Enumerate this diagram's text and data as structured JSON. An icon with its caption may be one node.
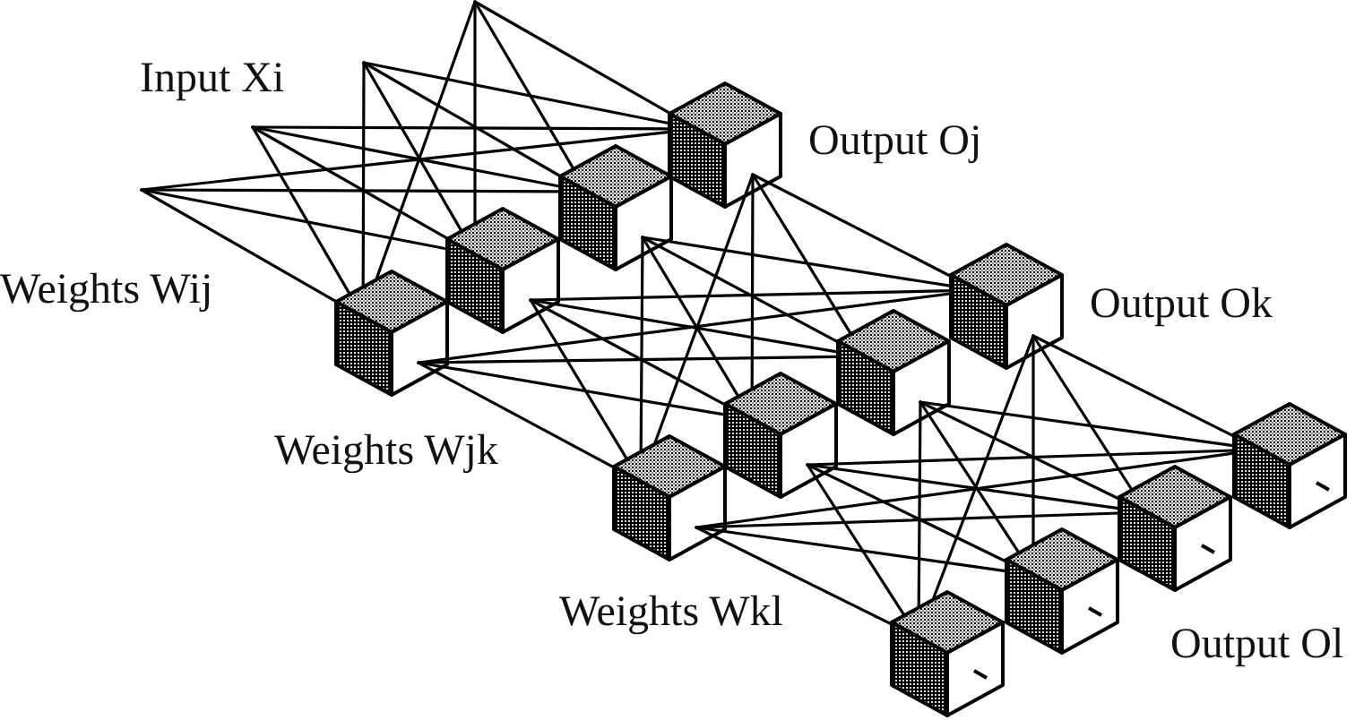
{
  "diagram": {
    "nodes": [
      {
        "text": [],
        "shape": "cube"
      },
      {
        "text": [],
        "shape": "cube"
      },
      {
        "text": [],
        "shape": "cube"
      },
      {
        "text": [],
        "shape": "cube"
      },
      {
        "text": [],
        "shape": "cube"
      },
      {
        "text": [],
        "shape": "cube"
      },
      {
        "text": [],
        "shape": "cube"
      },
      {
        "text": [],
        "shape": "cube"
      },
      {
        "text": [],
        "shape": "cube"
      },
      {
        "text": [],
        "shape": "cube"
      },
      {
        "text": [],
        "shape": "cube"
      },
      {
        "text": [],
        "shape": "cube"
      }
    ],
    "edges": [
      {
        "from": null,
        "to": 0,
        "arrow": "none"
      },
      {
        "from": null,
        "to": 1,
        "arrow": "none"
      },
      {
        "from": null,
        "to": 2,
        "arrow": "none"
      },
      {
        "from": null,
        "to": 3,
        "arrow": "none"
      },
      {
        "from": null,
        "to": 0,
        "arrow": "none"
      },
      {
        "from": null,
        "to": 1,
        "arrow": "none"
      },
      {
        "from": null,
        "to": 2,
        "arrow": "none"
      },
      {
        "from": null,
        "to": 3,
        "arrow": "none"
      },
      {
        "from": null,
        "to": 0,
        "arrow": "none"
      },
      {
        "from": null,
        "to": 1,
        "arrow": "none"
      },
      {
        "from": null,
        "to": 2,
        "arrow": "none"
      },
      {
        "from": null,
        "to": 3,
        "arrow": "none"
      },
      {
        "from": null,
        "to": 0,
        "arrow": "none"
      },
      {
        "from": null,
        "to": 1,
        "arrow": "none"
      },
      {
        "from": null,
        "to": 2,
        "arrow": "none"
      },
      {
        "from": null,
        "to": 3,
        "arrow": "none"
      },
      {
        "from": 0,
        "to": 4,
        "arrow": "none"
      },
      {
        "from": 0,
        "to": 5,
        "arrow": "none"
      },
      {
        "from": 0,
        "to": 6,
        "arrow": "none"
      },
      {
        "from": 0,
        "to": 7,
        "arrow": "none"
      },
      {
        "from": 1,
        "to": 4,
        "arrow": "none"
      },
      {
        "from": 1,
        "to": 5,
        "arrow": "none"
      },
      {
        "from": 1,
        "to": 6,
        "arrow": "none"
      },
      {
        "from": 1,
        "to": 7,
        "arrow": "none"
      },
      {
        "from": 2,
        "to": 4,
        "arrow": "none"
      },
      {
        "from": 2,
        "to": 5,
        "arrow": "none"
      },
      {
        "from": 2,
        "to": 6,
        "arrow": "none"
      },
      {
        "from": 2,
        "to": 7,
        "arrow": "none"
      },
      {
        "from": 3,
        "to": 4,
        "arrow": "none"
      },
      {
        "from": 3,
        "to": 5,
        "arrow": "none"
      },
      {
        "from": 3,
        "to": 6,
        "arrow": "none"
      },
      {
        "from": 3,
        "to": 7,
        "arrow": "none"
      },
      {
        "from": 4,
        "to": 8,
        "arrow": "none"
      },
      {
        "from": 4,
        "to": 9,
        "arrow": "none"
      },
      {
        "from": 4,
        "to": 10,
        "arrow": "none"
      },
      {
        "from": 4,
        "to": 11,
        "arrow": "none"
      },
      {
        "from": 5,
        "to": 8,
        "arrow": "none"
      },
      {
        "from": 5,
        "to": 9,
        "arrow": "none"
      },
      {
        "from": 5,
        "to": 10,
        "arrow": "none"
      },
      {
        "from": 5,
        "to": 11,
        "arrow": "none"
      },
      {
        "from": 6,
        "to": 8,
        "arrow": "none"
      },
      {
        "from": 6,
        "to": 9,
        "arrow": "none"
      },
      {
        "from": 6,
        "to": 10,
        "arrow": "none"
      },
      {
        "from": 6,
        "to": 11,
        "arrow": "none"
      },
      {
        "from": 7,
        "to": 8,
        "arrow": "none"
      },
      {
        "from": 7,
        "to": 9,
        "arrow": "none"
      },
      {
        "from": 7,
        "to": 10,
        "arrow": "none"
      },
      {
        "from": 7,
        "to": 11,
        "arrow": "none"
      }
    ],
    "labels": [
      "Input Xi",
      "Output Oj",
      "Weights Wij",
      "Output Ok",
      "Weights Wjk",
      "Weights Wkl",
      "Output Ol"
    ]
  }
}
